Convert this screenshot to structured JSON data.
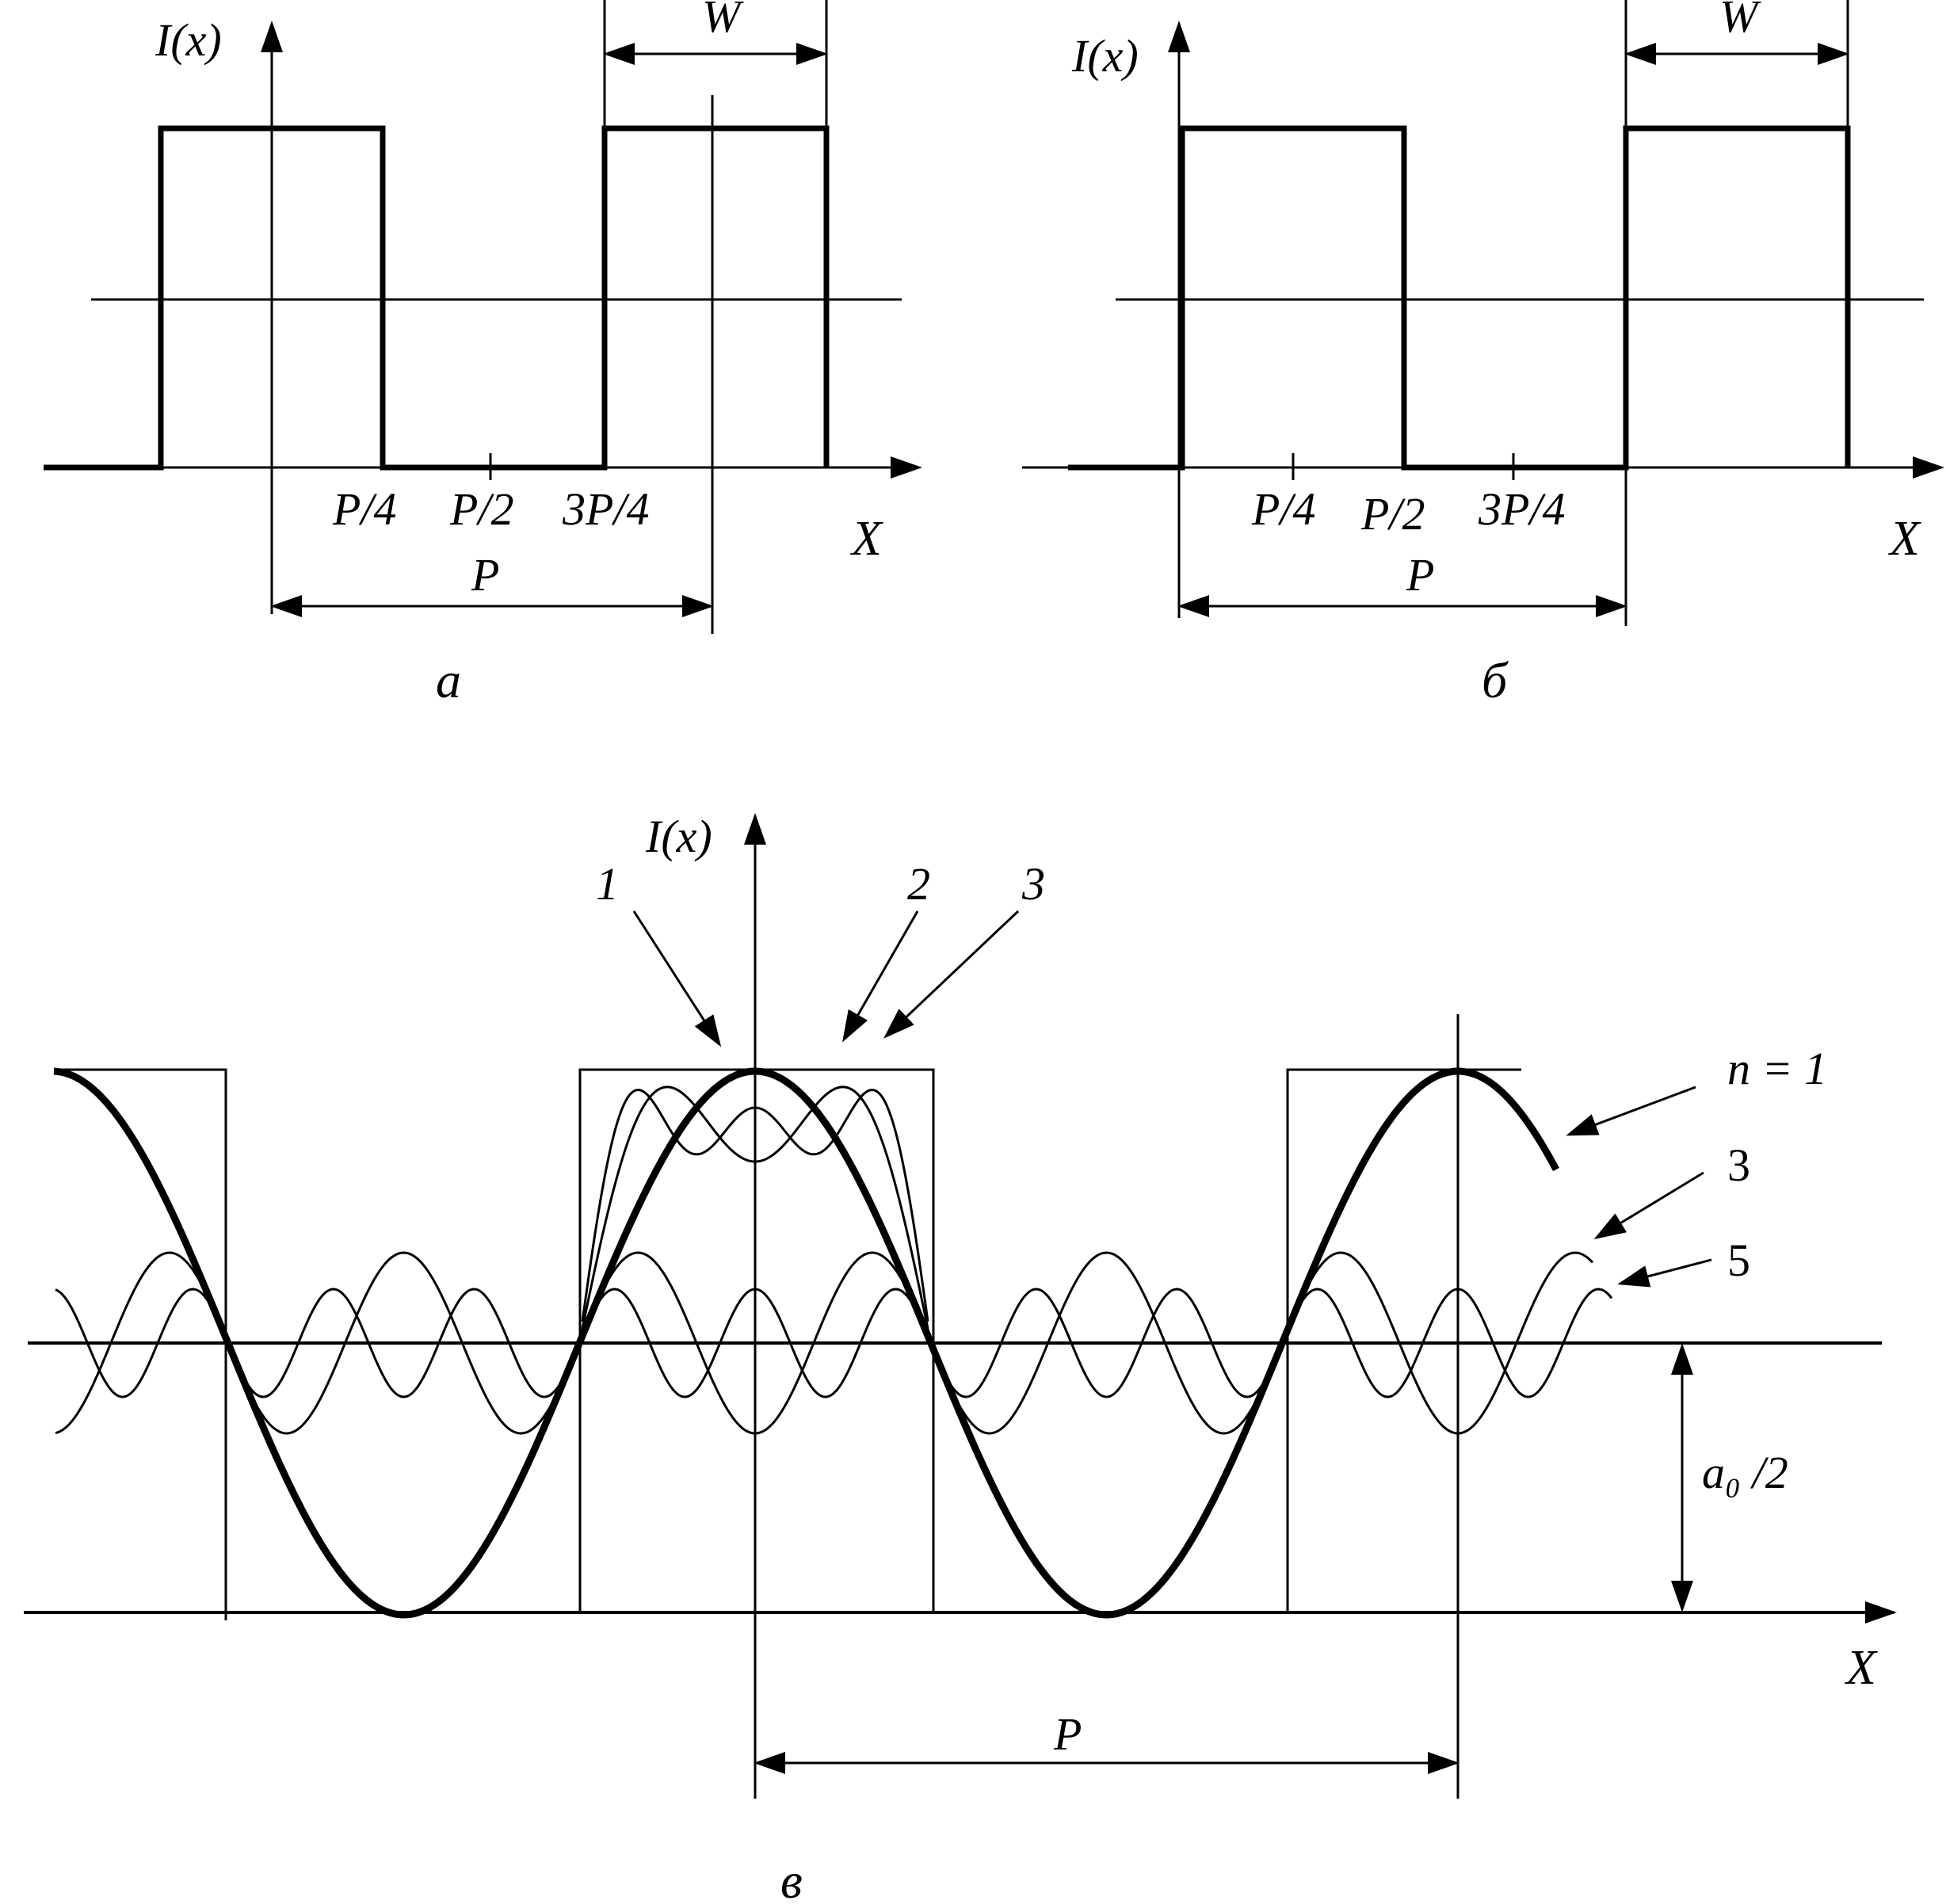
{
  "panel_a": {
    "y_axis": "I(x)",
    "x_axis": "X",
    "ticks": [
      "P/4",
      "P/2",
      "3P/4"
    ],
    "width_label": "W",
    "period_label": "P",
    "caption": "а"
  },
  "panel_b": {
    "y_axis": "I(x)",
    "x_axis": "X",
    "ticks": [
      "P/4",
      "P/2",
      "3P/4"
    ],
    "width_label": "W",
    "period_label": "P",
    "caption": "б"
  },
  "panel_c": {
    "y_axis": "I(x)",
    "x_axis": "X",
    "sum_labels": [
      "1",
      "2",
      "3"
    ],
    "harmonic_labels": [
      "n = 1",
      "3",
      "5"
    ],
    "offset_label": "a₀ /2",
    "period_label": "P",
    "caption": "в"
  },
  "colors": {
    "ink": "#000000",
    "background": "#ffffff"
  }
}
